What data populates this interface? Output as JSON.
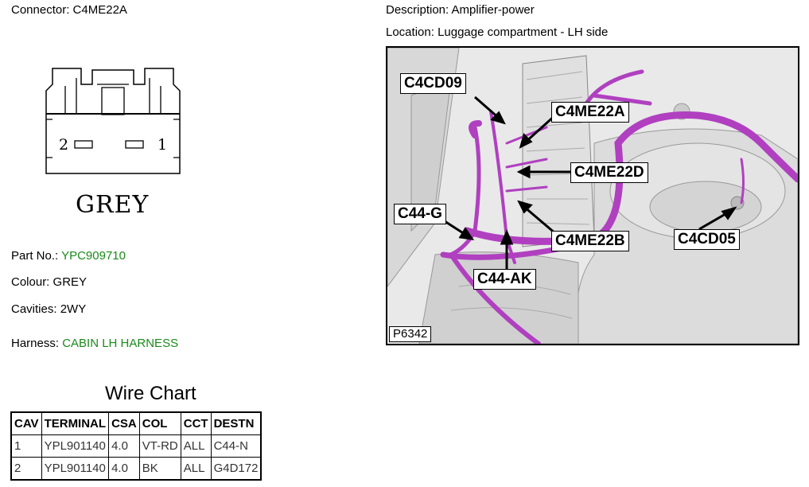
{
  "connector": {
    "label": "Connector:",
    "value": "C4ME22A"
  },
  "description": {
    "label": "Description:",
    "value": "Amplifier-power"
  },
  "location": {
    "label": "Location:",
    "value": "Luggage compartment - LH side"
  },
  "connector_face": {
    "pin_left": "2",
    "pin_right": "1",
    "colour_label": "GREY"
  },
  "part_no": {
    "label": "Part No.:",
    "value": "YPC909710"
  },
  "colour": {
    "label": "Colour:",
    "value": "GREY"
  },
  "cavities": {
    "label": "Cavities:",
    "value": "2WY"
  },
  "harness": {
    "label": "Harness:",
    "value": "CABIN LH HARNESS"
  },
  "wire_chart": {
    "title": "Wire Chart",
    "headers": [
      "CAV",
      "TERMINAL",
      "CSA",
      "COL",
      "CCT",
      "DESTN"
    ],
    "rows": [
      [
        "1",
        "YPL901140",
        "4.0",
        "VT-RD",
        "ALL",
        "C44-N"
      ],
      [
        "2",
        "YPL901140",
        "4.0",
        "BK",
        "ALL",
        "G4D172"
      ]
    ]
  },
  "photo": {
    "ref": "P6342",
    "callouts": [
      "C4CD09",
      "C4ME22A",
      "C4ME22D",
      "C44-G",
      "C4ME22B",
      "C4CD05",
      "C44-AK"
    ]
  },
  "colors": {
    "harness": "#b040c0",
    "link_green": "#1a8a1a"
  }
}
